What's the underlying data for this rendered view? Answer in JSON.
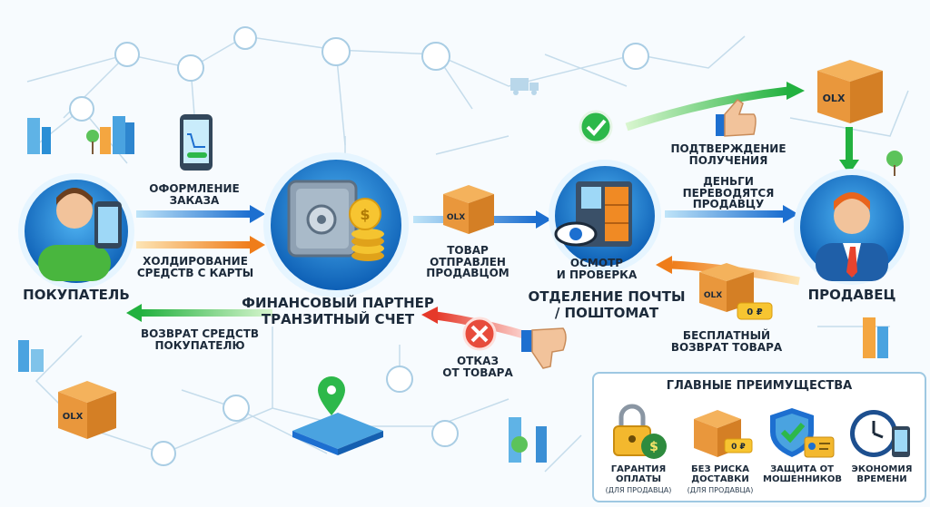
{
  "nodes": {
    "buyer": "ПОКУПАТЕЛЬ",
    "partner_line1": "ФИНАНСОВЫЙ ПАРТНЕР",
    "partner_line2": "ТРАНЗИТНЫЙ СЧЕТ",
    "post_line1": "ОТДЕЛЕНИЕ ПОЧТЫ",
    "post_line2": "/ ПОШТОМАТ",
    "seller": "ПРОДАВЕЦ"
  },
  "steps": {
    "order_l1": "ОФОРМЛЕНИЕ",
    "order_l2": "ЗАКАЗА",
    "hold_l1": "ХОЛДИРОВАНИЕ",
    "hold_l2": "СРЕДСТВ С КАРТЫ",
    "shipped_l1": "ТОВАР",
    "shipped_l2": "ОТПРАВЛЕН",
    "shipped_l3": "ПРОДАВЦОМ",
    "inspect_l1": "ОСМОТР",
    "inspect_l2": "И ПРОВЕРКА",
    "confirm_l1": "ПОДТВЕРЖДЕНИЕ",
    "confirm_l2": "ПОЛУЧЕНИЯ",
    "money_l1": "ДЕНЬГИ",
    "money_l2": "ПЕРЕВОДЯТСЯ",
    "money_l3": "ПРОДАВЦУ",
    "free_return_l1": "БЕСПЛАТНЫЙ",
    "free_return_l2": "ВОЗВРАТ ТОВАРА",
    "refuse_l1": "ОТКАЗ",
    "refuse_l2": "ОТ ТОВАРА",
    "refund_l1": "ВОЗВРАТ СРЕДСТВ",
    "refund_l2": "ПОКУПАТЕЛЮ"
  },
  "badges": {
    "box_brand": "OLX",
    "price_tag": "0 ₽"
  },
  "advantages": {
    "title": "ГЛАВНЫЕ ПРЕИМУЩЕСТВА",
    "items": [
      {
        "l1": "ГАРАНТИЯ",
        "l2": "ОПЛАТЫ",
        "sub": "(ДЛЯ ПРОДАВЦА)",
        "icon": "padlock-money-icon"
      },
      {
        "l1": "БЕЗ РИСКА",
        "l2": "ДОСТАВКИ",
        "sub": "(ДЛЯ ПРОДАВЦА)",
        "icon": "box-icon"
      },
      {
        "l1": "ЗАЩИТА ОТ",
        "l2": "МОШЕННИКОВ",
        "sub": "",
        "icon": "shield-icon"
      },
      {
        "l1": "ЭКОНОМИЯ",
        "l2": "ВРЕМЕНИ",
        "sub": "",
        "icon": "clock-icon"
      }
    ]
  },
  "colors": {
    "blue": "#1d78d6",
    "orange": "#f08a24",
    "green": "#2db84a",
    "red": "#e74c3c",
    "box": "#e9973c"
  }
}
